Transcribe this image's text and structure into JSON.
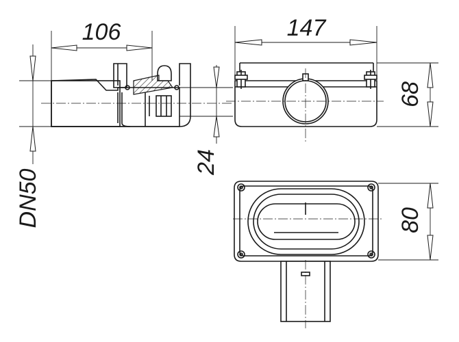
{
  "dimensions": {
    "width_top": "106",
    "width_front": "147",
    "height_front": "68",
    "outlet_offset": "24",
    "nominal_diameter": "DN50",
    "depth_plan": "80"
  }
}
